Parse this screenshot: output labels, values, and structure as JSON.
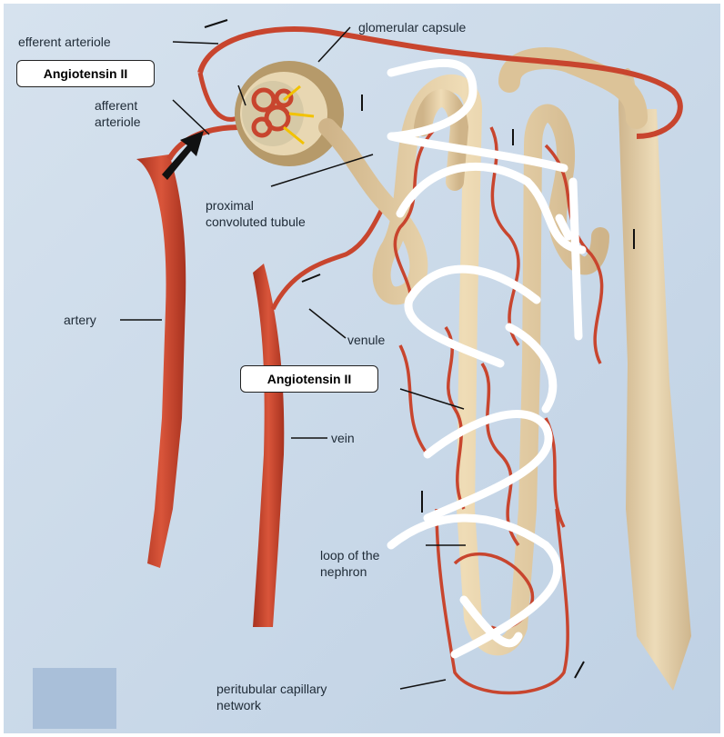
{
  "labels": {
    "efferent_arteriole": "efferent arteriole",
    "glomerular_capsule": "glomerular capsule",
    "afferent_arteriole_line1": "afferent",
    "afferent_arteriole_line2": "arteriole",
    "proximal_line1": "proximal",
    "proximal_line2": "convoluted tubule",
    "artery": "artery",
    "venule": "venule",
    "vein": "vein",
    "loop_line1": "loop of the",
    "loop_line2": "nephron",
    "peritubular_line1": "peritubular capillary",
    "peritubular_line2": "network"
  },
  "callouts": {
    "top": "Angiotensin II",
    "middle": "Angiotensin II"
  },
  "colors": {
    "background": "#c9d8e8",
    "vessel": "#c8452e",
    "tubule": "#e6cfa4",
    "blank_box": "#a9bfd9"
  }
}
